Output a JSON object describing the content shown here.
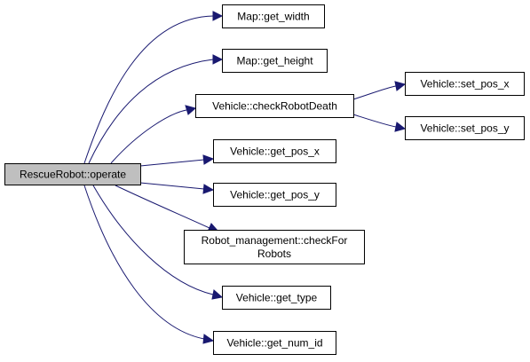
{
  "graph": {
    "root": {
      "label": "RescueRobot::operate"
    },
    "callees": [
      {
        "id": "map-get-width",
        "label": "Map::get_width"
      },
      {
        "id": "map-get-height",
        "label": "Map::get_height"
      },
      {
        "id": "vehicle-check-robot-death",
        "label": "Vehicle::checkRobotDeath"
      },
      {
        "id": "vehicle-get-pos-x",
        "label": "Vehicle::get_pos_x"
      },
      {
        "id": "vehicle-get-pos-y",
        "label": "Vehicle::get_pos_y"
      },
      {
        "id": "robot-management-check-for-robots",
        "label_line1": "Robot_management::checkFor",
        "label_line2": "Robots"
      },
      {
        "id": "vehicle-get-type",
        "label": "Vehicle::get_type"
      },
      {
        "id": "vehicle-get-num-id",
        "label": "Vehicle::get_num_id"
      }
    ],
    "second_level": [
      {
        "id": "vehicle-set-pos-x",
        "label": "Vehicle::set_pos_x",
        "caller": "vehicle-check-robot-death"
      },
      {
        "id": "vehicle-set-pos-y",
        "label": "Vehicle::set_pos_y",
        "caller": "vehicle-check-robot-death"
      }
    ],
    "colors": {
      "edge": "#191970",
      "root_fill": "#bfbfbf",
      "node_fill": "#ffffff",
      "border": "#000000"
    }
  }
}
